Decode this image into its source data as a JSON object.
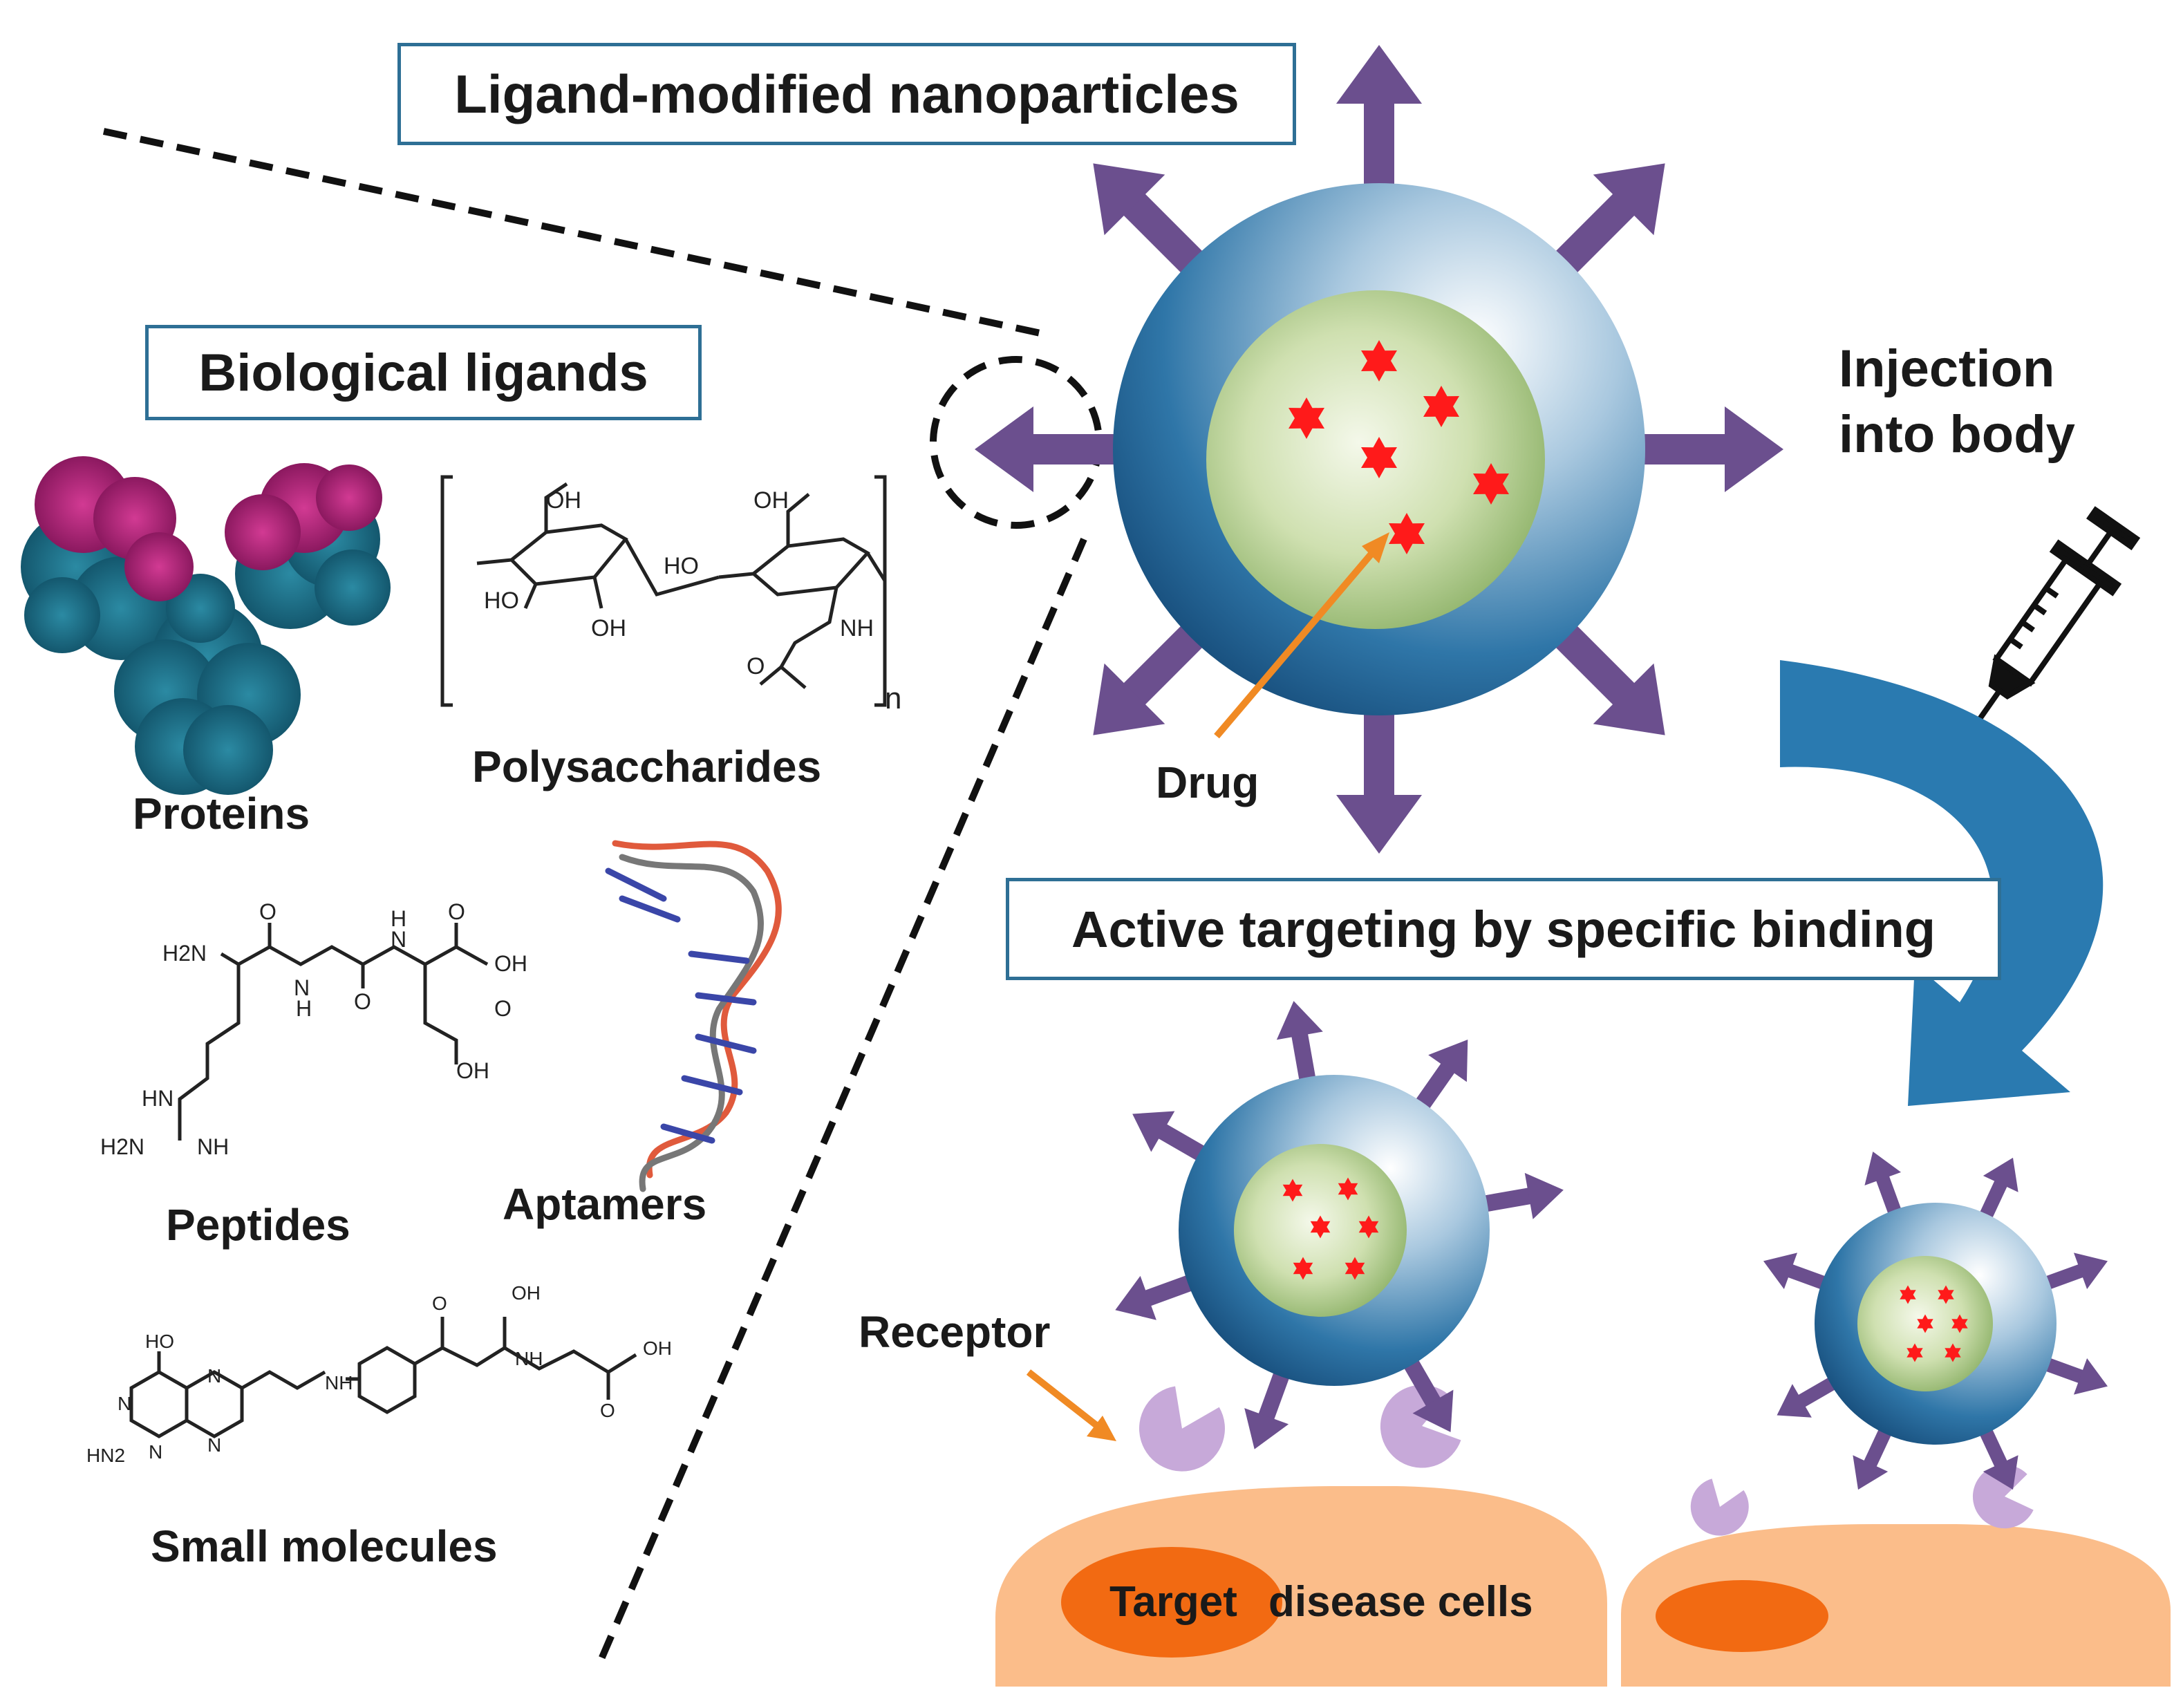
{
  "headers": {
    "ligand_modified": "Ligand-modified nanoparticles",
    "biological_ligands": "Biological ligands",
    "active_targeting": "Active targeting by specific binding"
  },
  "labels": {
    "injection_line1": "Injection",
    "injection_line2": "into body",
    "drug": "Drug",
    "receptor": "Receptor",
    "target_word": "Target",
    "disease_cells": "disease cells"
  },
  "ligands": {
    "proteins": "Proteins",
    "polysaccharides": "Polysaccharides",
    "peptides": "Peptides",
    "aptamers": "Aptamers",
    "small_molecules": "Small molecules"
  },
  "chem_text": {
    "oh": "OH",
    "ho": "HO",
    "nh": "NH",
    "n": "N",
    "h": "H",
    "o": "O",
    "h2n": "H2N",
    "hn": "HN",
    "hn2": "HN2",
    "repeat_n": "n"
  },
  "colors": {
    "ligand_arrow": "#6b4f8e",
    "box_border": "#2e6f95",
    "shell_dark": "#1f5f8f",
    "core_green": "#9fc27a",
    "drug_star": "#ff1a1a",
    "pointer_orange": "#f08a24",
    "cell_peach": "#fbbd8a",
    "nucleus_orange": "#f26a12",
    "receptor_lilac": "#c7a9d9",
    "curved_arrow": "#2a7ab0",
    "protein_teal": "#1d6f86",
    "protein_magenta": "#b0237a"
  },
  "icons": {
    "syringe": "syringe-icon",
    "curved_arrow": "curved-arrow-icon",
    "antibody": "antibody-icon",
    "aptamer": "aptamer-icon",
    "drug_star": "star-icon"
  }
}
